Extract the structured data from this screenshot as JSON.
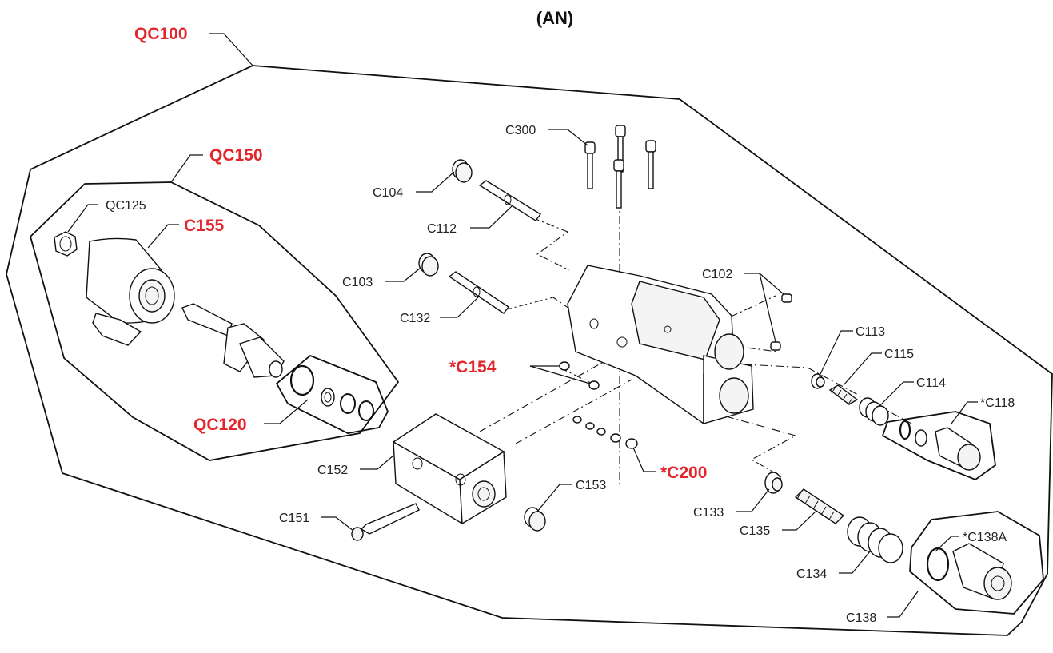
{
  "title": "(AN)",
  "assemblies": {
    "qc100": "QC100",
    "qc150": "QC150",
    "c155": "C155",
    "qc120": "QC120",
    "c154": "*C154",
    "c200": "*C200"
  },
  "parts": {
    "qc125": "QC125",
    "c300": "C300",
    "c104": "C104",
    "c112": "C112",
    "c103": "C103",
    "c132": "C132",
    "c102": "C102",
    "c113": "C113",
    "c115": "C115",
    "c114": "C114",
    "c118": "*C118",
    "c152": "C152",
    "c153": "C153",
    "c151": "C151",
    "c133": "C133",
    "c135": "C135",
    "c134": "C134",
    "c138a": "*C138A",
    "c138": "C138"
  },
  "colors": {
    "highlight": "#e3262b",
    "line": "#111111"
  }
}
